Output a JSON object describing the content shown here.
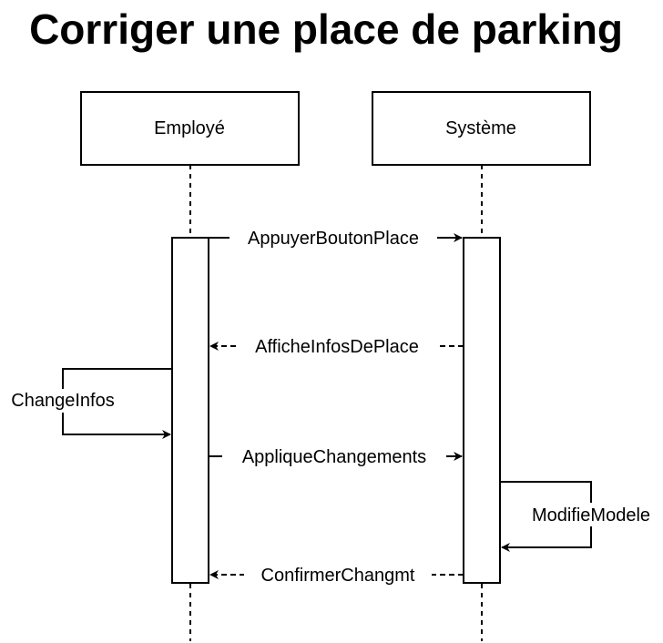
{
  "diagram": {
    "title": "Corriger une place de parking",
    "actors": [
      {
        "label": "Employé"
      },
      {
        "label": "Système"
      }
    ],
    "messages": [
      {
        "label": "AppuyerBoutonPlace",
        "from": "Employé",
        "to": "Système",
        "style": "solid"
      },
      {
        "label": "AfficheInfosDePlace",
        "from": "Système",
        "to": "Employé",
        "style": "dashed"
      },
      {
        "label": "ChangeInfos",
        "from": "Employé",
        "to": "Employé",
        "style": "solid"
      },
      {
        "label": "AppliqueChangements",
        "from": "Employé",
        "to": "Système",
        "style": "solid"
      },
      {
        "label": "ModifieModele",
        "from": "Système",
        "to": "Système",
        "style": "solid"
      },
      {
        "label": "ConfirmerChangmt",
        "from": "Système",
        "to": "Employé",
        "style": "dashed"
      }
    ],
    "colors": {
      "stroke": "#000000",
      "background": "#ffffff"
    }
  }
}
